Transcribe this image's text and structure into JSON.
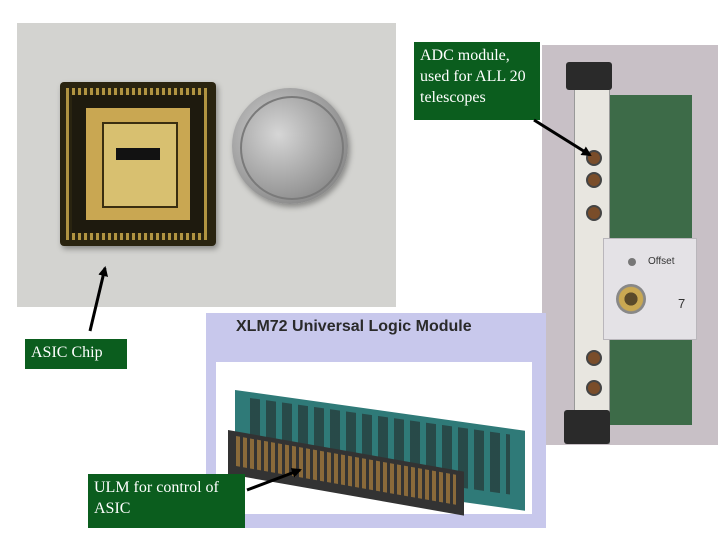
{
  "labels": {
    "adc": "ADC module, used for ALL 20 telescopes",
    "asic": "ASIC Chip",
    "ulm": "ULM for control of ASIC"
  },
  "xlm72": {
    "title": "XLM72 Universal Logic Module"
  },
  "adc_panel": {
    "offset_label": "Offset",
    "channel_number": "7"
  },
  "colors": {
    "label_bg": "#0b5d1e",
    "label_text": "#ffffff",
    "xlm_bg": "#c8c8ec",
    "arrow": "#000000"
  }
}
